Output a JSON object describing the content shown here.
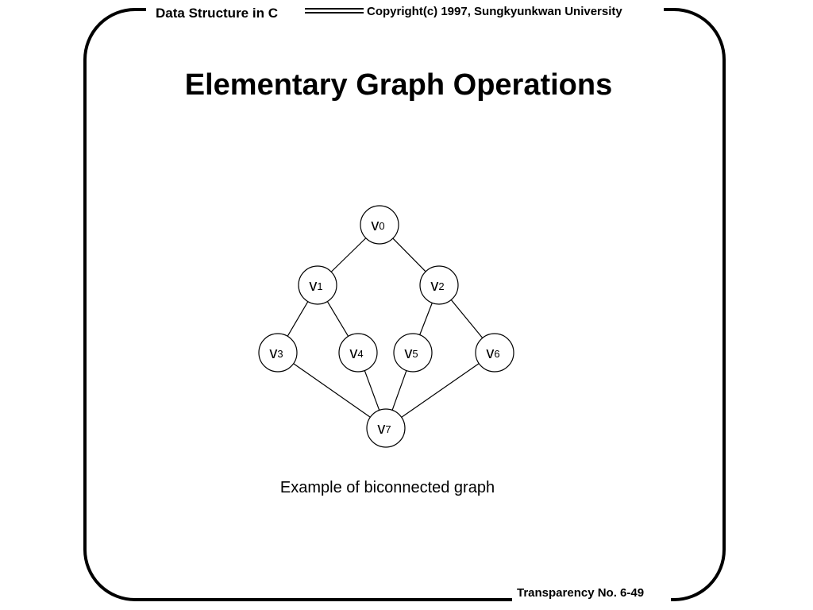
{
  "header": {
    "course": "Data Structure in C",
    "copyright": "Copyright(c) 1997, Sungkyunkwan University"
  },
  "footer": {
    "transparency": "Transparency  No. 6-49"
  },
  "slide": {
    "title": "Elementary Graph Operations",
    "caption": "Example of biconnected graph"
  },
  "graph": {
    "vertices": [
      {
        "id": "v0",
        "letter": "v",
        "sub": "0"
      },
      {
        "id": "v1",
        "letter": "v",
        "sub": "1"
      },
      {
        "id": "v2",
        "letter": "v",
        "sub": "2"
      },
      {
        "id": "v3",
        "letter": "v",
        "sub": "3"
      },
      {
        "id": "v4",
        "letter": "v",
        "sub": "4"
      },
      {
        "id": "v5",
        "letter": "v",
        "sub": "5"
      },
      {
        "id": "v6",
        "letter": "v",
        "sub": "6"
      },
      {
        "id": "v7",
        "letter": "v",
        "sub": "7"
      }
    ],
    "edges": [
      [
        "v0",
        "v1"
      ],
      [
        "v0",
        "v2"
      ],
      [
        "v1",
        "v3"
      ],
      [
        "v1",
        "v4"
      ],
      [
        "v2",
        "v5"
      ],
      [
        "v2",
        "v6"
      ],
      [
        "v3",
        "v7"
      ],
      [
        "v4",
        "v7"
      ],
      [
        "v5",
        "v7"
      ],
      [
        "v6",
        "v7"
      ]
    ]
  }
}
